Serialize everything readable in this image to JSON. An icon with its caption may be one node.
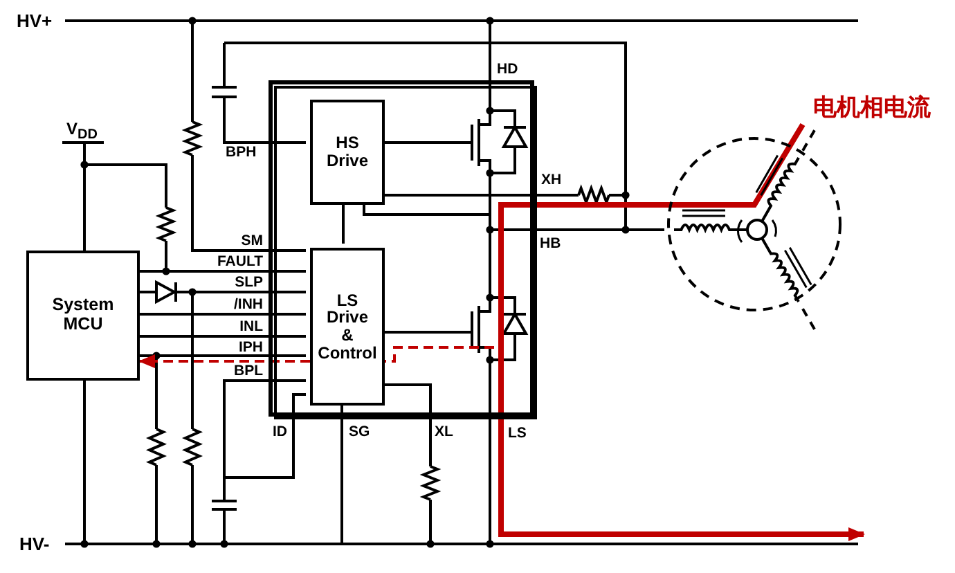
{
  "diagram": {
    "nodes": [
      {
        "text": [],
        "shape": "box"
      },
      {
        "text": [
          "HS Drive"
        ],
        "in": 0
      },
      {
        "text": [
          "LS Drive & Control"
        ],
        "in": 0
      },
      {
        "text": [
          "System MCU"
        ]
      },
      {
        "text": [],
        "shape": "picture"
      },
      {
        "text": [
          "电机相电流"
        ]
      }
    ],
    "edges": [
      {
        "from": 3,
        "to": 2,
        "arrow": "none"
      },
      {
        "from": 3,
        "to": 2,
        "arrow": "none"
      },
      {
        "from": 3,
        "to": 2,
        "arrow": "none"
      },
      {
        "from": 3,
        "to": 2,
        "arrow": "none"
      },
      {
        "from": 1,
        "to": 2,
        "arrow": "none"
      },
      {
        "from": 0,
        "to": 4,
        "arrow": "none"
      },
      {
        "from": null,
        "to": 3,
        "arrow": "to",
        "style": "dashed",
        "color": "#c00000"
      },
      {
        "from": 5,
        "to": null,
        "arrow": "to",
        "style": "thick",
        "color": "#c00000"
      },
      {
        "from": null,
        "to": 1,
        "arrow": "none"
      },
      {
        "from": 1,
        "to": null,
        "arrow": "none"
      },
      {
        "from": 1,
        "to": null,
        "arrow": "none"
      },
      {
        "from": 1,
        "to": null,
        "arrow": "none"
      },
      {
        "from": null,
        "to": 2,
        "arrow": "none"
      },
      {
        "from": 2,
        "to": null,
        "arrow": "none"
      },
      {
        "from": null,
        "to": 2,
        "arrow": "none"
      },
      {
        "from": null,
        "to": 2,
        "arrow": "none"
      },
      {
        "from": 2,
        "to": null,
        "arrow": "none"
      },
      {
        "from": 2,
        "to": null,
        "arrow": "none"
      }
    ],
    "labels": [
      "HV+",
      "HD",
      "V$_{DD}$",
      "BPH",
      "XH",
      "SM",
      "HB",
      "FAULT",
      "SLP",
      "/INH",
      "INL",
      "IPH",
      "BPL",
      "ID",
      "SG",
      "XL",
      "LS",
      "HV-"
    ]
  }
}
